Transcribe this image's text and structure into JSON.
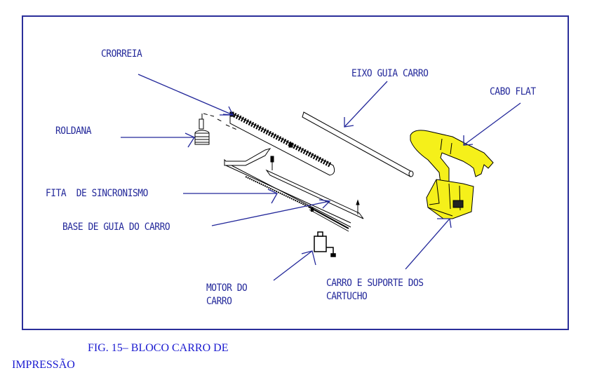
{
  "figure": {
    "caption_line1": "FIG. 15– BLOCO CARRO DE",
    "caption_line2": "IMPRESSÃO",
    "colors": {
      "frame": "#2b2f9a",
      "label_text": "#23289a",
      "caption_text": "#1a1ad0",
      "part_highlight": "#f5f01a",
      "part_outline": "#000000"
    }
  },
  "labels": {
    "crorreia": "CRORREIA",
    "eixo_guia_carro": "EIXO GUIA CARRO",
    "cabo_flat": "CABO FLAT",
    "roldana": "ROLDANA",
    "fita_sincronismo": "FITA  DE SINCRONISMO",
    "base_guia_carro": "BASE DE GUIA DO CARRO",
    "motor_line1": "MOTOR DO",
    "motor_line2": "CARRO",
    "carro_line1": "CARRO E SUPORTE DOS",
    "carro_line2": "CARTUCHO"
  }
}
